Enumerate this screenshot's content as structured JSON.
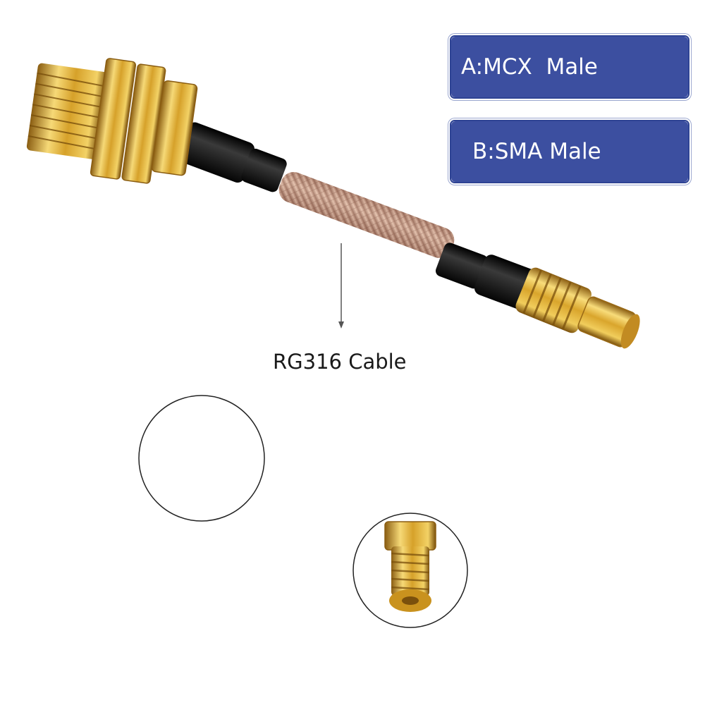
{
  "labels": {
    "a": "A:MCX  Male",
    "b": "B:SMA Male"
  },
  "caption": "RG316 Cable",
  "colors": {
    "label_box_fill": "#3c4fa0",
    "label_box_border": "#2f4494",
    "gold": "#e0b23a",
    "cable_jacket": "#c99b83",
    "heat_shrink": "#111111"
  },
  "icons": {
    "arrow": "arrow-down-icon"
  }
}
